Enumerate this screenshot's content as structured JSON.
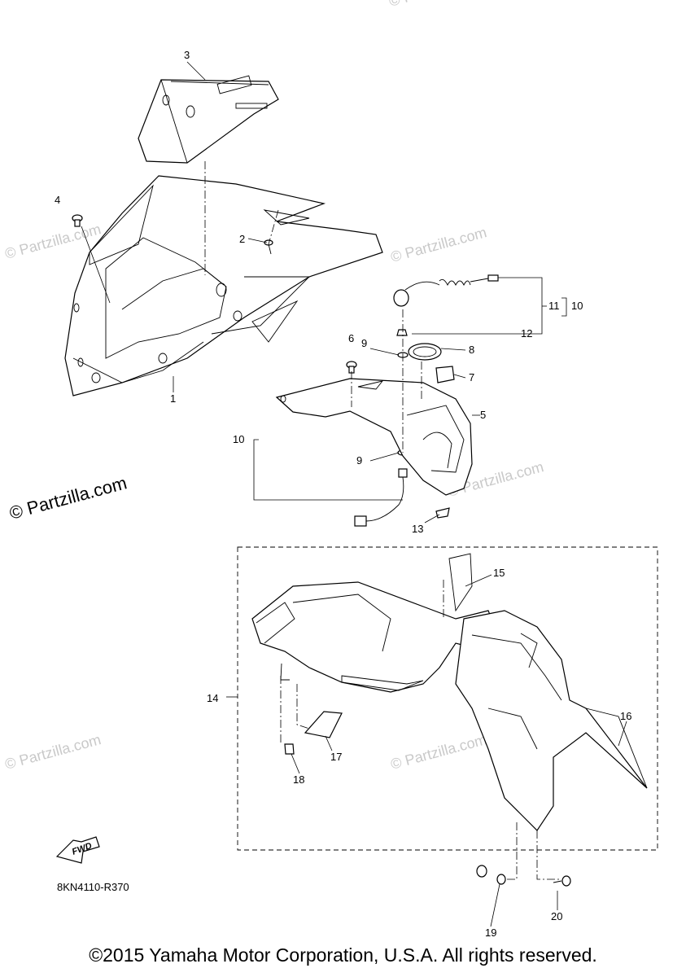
{
  "watermarks": [
    "© Partzilla.com",
    "© Partzilla.com",
    "© Partzilla.com",
    "© Partzilla.com",
    "© Partzilla.com",
    "© Partzilla.com"
  ],
  "main_watermark": "© Partzilla.com",
  "callouts": {
    "c1": "1",
    "c2": "2",
    "c3": "3",
    "c4": "4",
    "c5": "5",
    "c6": "6",
    "c7": "7",
    "c8": "8",
    "c9a": "9",
    "c9b": "9",
    "c10a": "10",
    "c10b": "10",
    "c11": "11",
    "c12": "12",
    "c13": "13",
    "c14": "14",
    "c15": "15",
    "c16": "16",
    "c17": "17",
    "c18": "18",
    "c19": "19",
    "c20": "20"
  },
  "fwd_label": "FWD",
  "diagram_code": "8KN4110-R370",
  "copyright": "©2015 Yamaha Motor Corporation, U.S.A. All rights reserved."
}
